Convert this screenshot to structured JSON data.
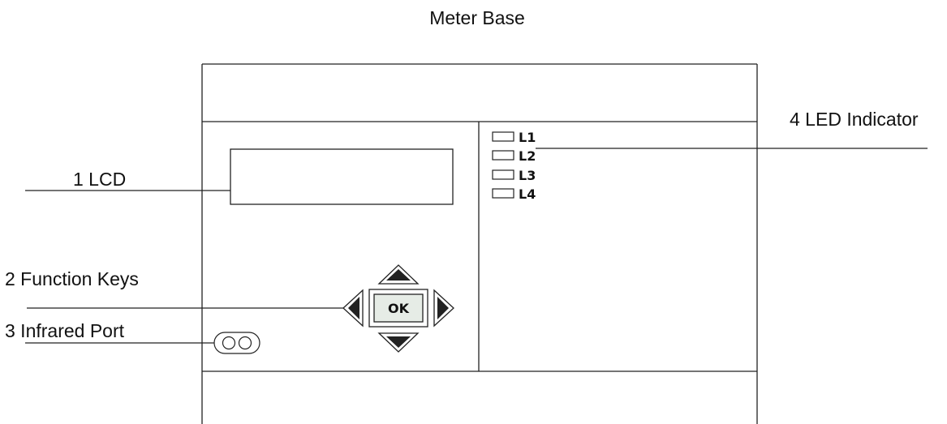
{
  "title": "Meter Base",
  "callouts": {
    "lcd": "1 LCD",
    "function_keys": "2 Function Keys",
    "infrared_port": "3 Infrared Port",
    "led_indicator": "4 LED Indicator"
  },
  "leds": [
    "L1",
    "L2",
    "L3",
    "L4"
  ],
  "ok_key": "OK"
}
